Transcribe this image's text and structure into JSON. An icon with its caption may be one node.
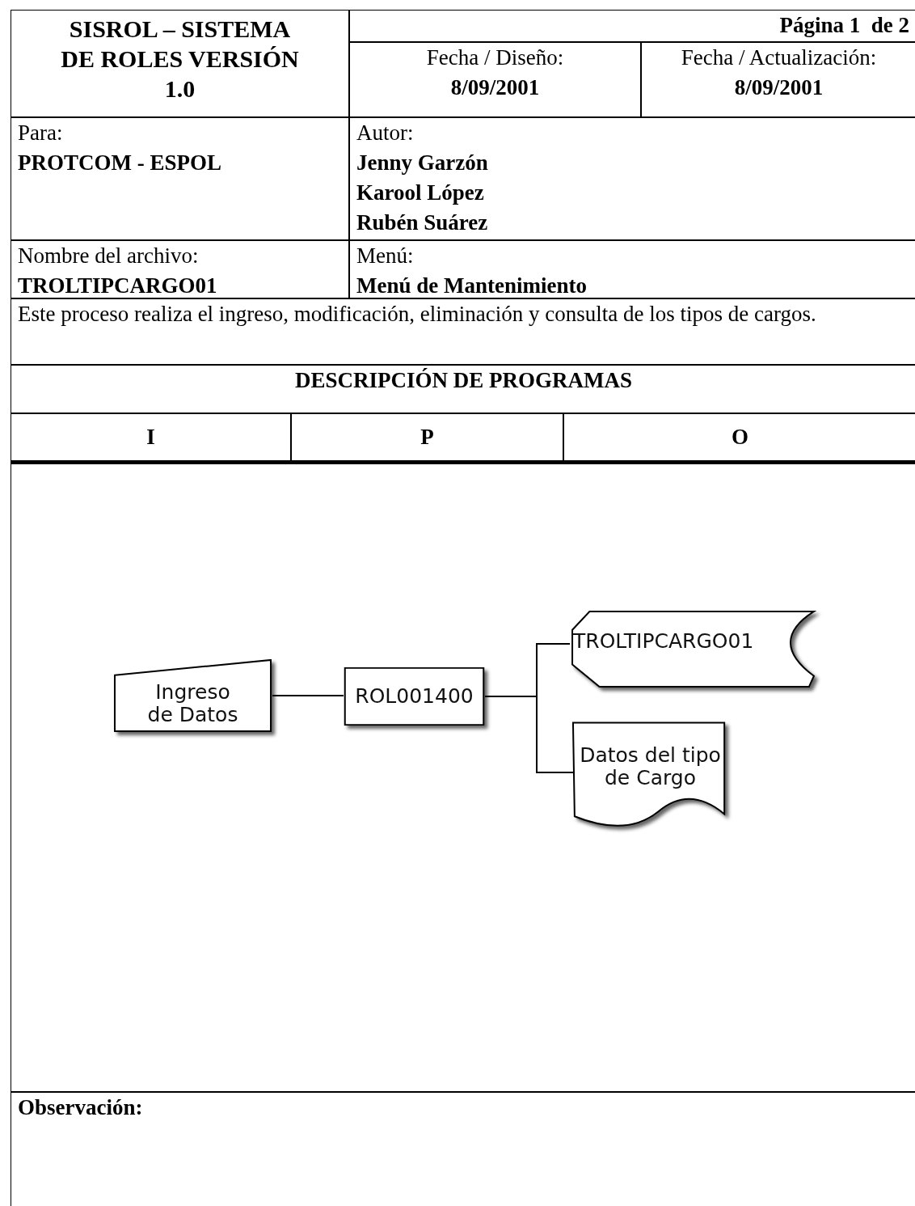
{
  "diagram": {
    "title": "SISROL – SISTEMA DE ROLES VERSIÓN 1.0",
    "nodes": [
      {
        "text": [
          "Ingreso de Datos"
        ]
      },
      {
        "text": [
          "ROL001400"
        ]
      },
      {
        "text": [
          "TROLTIPCARGO01"
        ]
      },
      {
        "text": [
          "Datos del tipo de Cargo"
        ]
      }
    ],
    "edges": [
      {
        "from": 0,
        "to": 1,
        "arrow": "none"
      },
      {
        "from": 1,
        "to": 2,
        "arrow": "none"
      },
      {
        "from": 1,
        "to": 3,
        "arrow": "none"
      }
    ],
    "labels": [
      "Página 1  de 2",
      "Fecha / Diseño:",
      "8/09/2001",
      "Fecha / Actualización:",
      "8/09/2001",
      "Para:",
      "PROTCOM - ESPOL",
      "Autor:",
      "Jenny Garzón",
      "Karool López",
      "Rubén Suárez",
      "Nombre del archivo:",
      "TROLTIPCARGO01",
      "Menú:",
      "Menú de Mantenimiento",
      "Este proceso realiza el ingreso, modificación, eliminación y consulta de los tipos de cargos.",
      "DESCRIPCIÓN DE PROGRAMAS",
      "I",
      "P",
      "O",
      "Observación:"
    ]
  }
}
